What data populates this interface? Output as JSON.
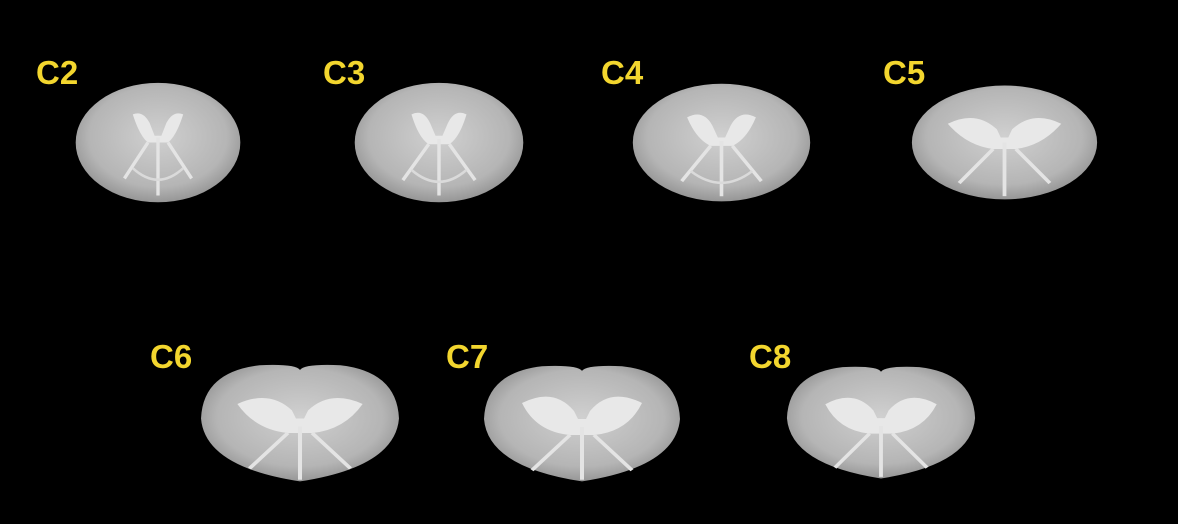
{
  "colors": {
    "background": "#000000",
    "label": "#f3d62e",
    "tissue_outer": "#9a9a9a",
    "tissue_inner": "#c8c8c8",
    "grey_matter": "#e6e6e6"
  },
  "sections": [
    {
      "label": "C2",
      "grey_matter_shape": "narrow-horns"
    },
    {
      "label": "C3",
      "grey_matter_shape": "narrow-horns"
    },
    {
      "label": "C4",
      "grey_matter_shape": "medium-horns"
    },
    {
      "label": "C5",
      "grey_matter_shape": "wide-horns"
    },
    {
      "label": "C6",
      "grey_matter_shape": "wide-horns"
    },
    {
      "label": "C7",
      "grey_matter_shape": "wide-horns"
    },
    {
      "label": "C8",
      "grey_matter_shape": "wide-horns"
    }
  ]
}
